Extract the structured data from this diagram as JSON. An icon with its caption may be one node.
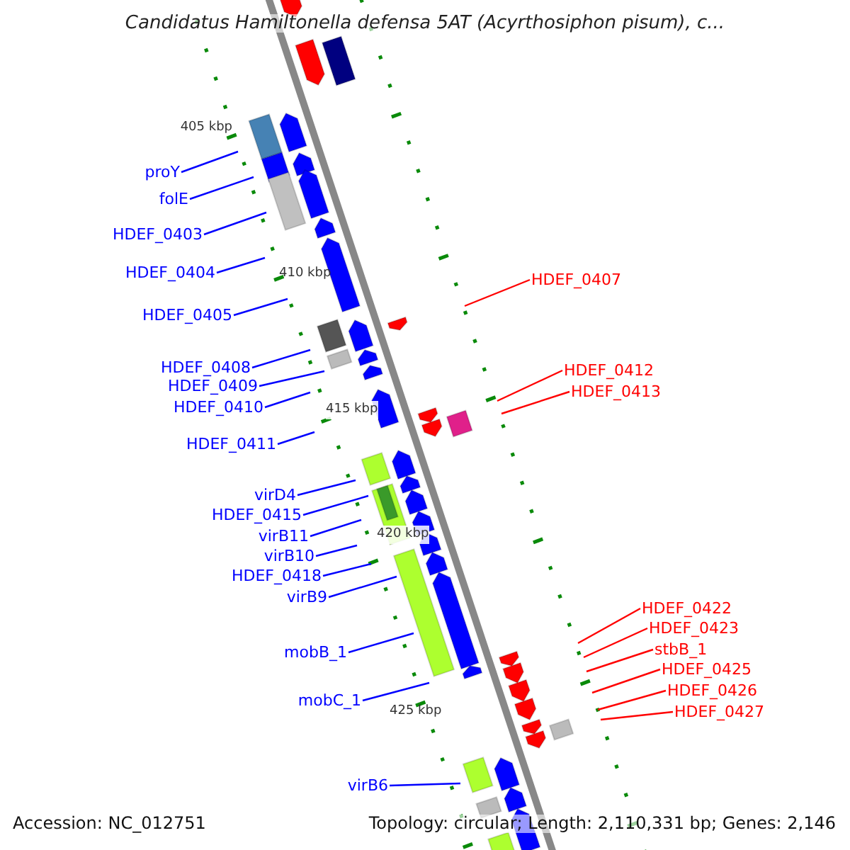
{
  "diagram": {
    "title": "Candidatus Hamiltonella defensa 5AT (Acyrthosiphon pisum), c...",
    "nodes": [
      {
        "text": [
          "proY"
        ]
      },
      {
        "text": [
          "folE"
        ]
      },
      {
        "text": [
          "HDEF_0403"
        ]
      },
      {
        "text": [
          "HDEF_0404"
        ]
      },
      {
        "text": [
          "HDEF_0407"
        ]
      },
      {
        "text": [
          "HDEF_0405"
        ]
      },
      {
        "text": [
          "HDEF_0408"
        ]
      },
      {
        "text": [
          "HDEF_0412"
        ]
      },
      {
        "text": [
          "HDEF_0409"
        ]
      },
      {
        "text": [
          "HDEF_0413"
        ]
      },
      {
        "text": [
          "HDEF_0410"
        ]
      },
      {
        "text": [
          "HDEF_0411"
        ]
      },
      {
        "text": [
          "virD4"
        ]
      },
      {
        "text": [
          "HDEF_0415"
        ]
      },
      {
        "text": [
          "virB11"
        ]
      },
      {
        "text": [
          "virB10"
        ]
      },
      {
        "text": [
          "HDEF_0418"
        ]
      },
      {
        "text": [
          "virB9"
        ]
      },
      {
        "text": [
          "HDEF_0422"
        ]
      },
      {
        "text": [
          "HDEF_0423"
        ]
      },
      {
        "text": [
          "stbB_1"
        ]
      },
      {
        "text": [
          "mobB_1"
        ]
      },
      {
        "text": [
          "HDEF_0425"
        ]
      },
      {
        "text": [
          "HDEF_0426"
        ]
      },
      {
        "text": [
          "mobC_1"
        ]
      },
      {
        "text": [
          "HDEF_0427"
        ]
      },
      {
        "text": [
          "virB6"
        ]
      }
    ],
    "edges": [
      {
        "from": 0,
        "to": null,
        "arrow": "none"
      },
      {
        "from": 1,
        "to": null,
        "arrow": "none"
      },
      {
        "from": 2,
        "to": null,
        "arrow": "none"
      },
      {
        "from": 3,
        "to": null,
        "arrow": "none"
      },
      {
        "from": 4,
        "to": null,
        "arrow": "none",
        "color": "#ff0000"
      },
      {
        "from": 5,
        "to": null,
        "arrow": "none"
      },
      {
        "from": 6,
        "to": null,
        "arrow": "none"
      },
      {
        "from": 7,
        "to": null,
        "arrow": "none",
        "color": "#ff0000"
      },
      {
        "from": 8,
        "to": null,
        "arrow": "none"
      },
      {
        "from": 9,
        "to": null,
        "arrow": "none",
        "color": "#ff0000"
      },
      {
        "from": 10,
        "to": null,
        "arrow": "none"
      },
      {
        "from": 11,
        "to": null,
        "arrow": "none"
      },
      {
        "from": 12,
        "to": null,
        "arrow": "none"
      },
      {
        "from": 13,
        "to": null,
        "arrow": "none"
      },
      {
        "from": 14,
        "to": null,
        "arrow": "none"
      },
      {
        "from": 15,
        "to": null,
        "arrow": "none"
      },
      {
        "from": 16,
        "to": null,
        "arrow": "none"
      },
      {
        "from": 17,
        "to": null,
        "arrow": "none"
      },
      {
        "from": 18,
        "to": null,
        "arrow": "none",
        "color": "#ff0000"
      },
      {
        "from": 19,
        "to": null,
        "arrow": "none",
        "color": "#ff0000"
      },
      {
        "from": 20,
        "to": null,
        "arrow": "none",
        "color": "#ff0000"
      },
      {
        "from": 21,
        "to": null,
        "arrow": "none"
      },
      {
        "from": 22,
        "to": null,
        "arrow": "none",
        "color": "#ff0000"
      },
      {
        "from": 23,
        "to": null,
        "arrow": "none",
        "color": "#ff0000"
      },
      {
        "from": 24,
        "to": null,
        "arrow": "none"
      },
      {
        "from": 25,
        "to": null,
        "arrow": "none",
        "color": "#ff0000"
      },
      {
        "from": 26,
        "to": null,
        "arrow": "none"
      }
    ],
    "labels": [
      "405 kbp",
      "410 kbp",
      "415 kbp",
      "420 kbp",
      "425 kbp",
      "Accession: NC_012751",
      "Topology: circular; Length: 2,110,331 bp; Genes: 2,146"
    ]
  }
}
